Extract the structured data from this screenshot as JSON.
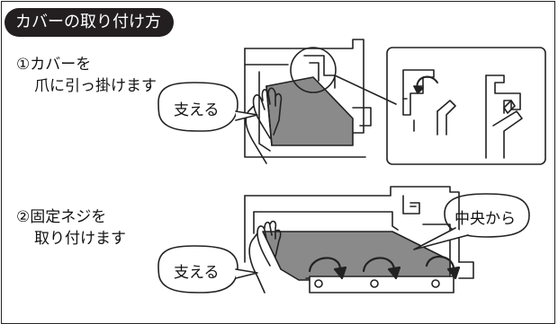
{
  "title": "カバーの取り付け方",
  "steps": [
    {
      "line1": "①カバーを",
      "line2": "爪に引っ掛けます",
      "callout": "支える"
    },
    {
      "line1": "②固定ネジを",
      "line2": "取り付けます",
      "callout": "支える",
      "callout2": "中央から"
    }
  ],
  "colors": {
    "pill": "#231f20",
    "cover": "#8a8a8a",
    "line": "#222222"
  }
}
